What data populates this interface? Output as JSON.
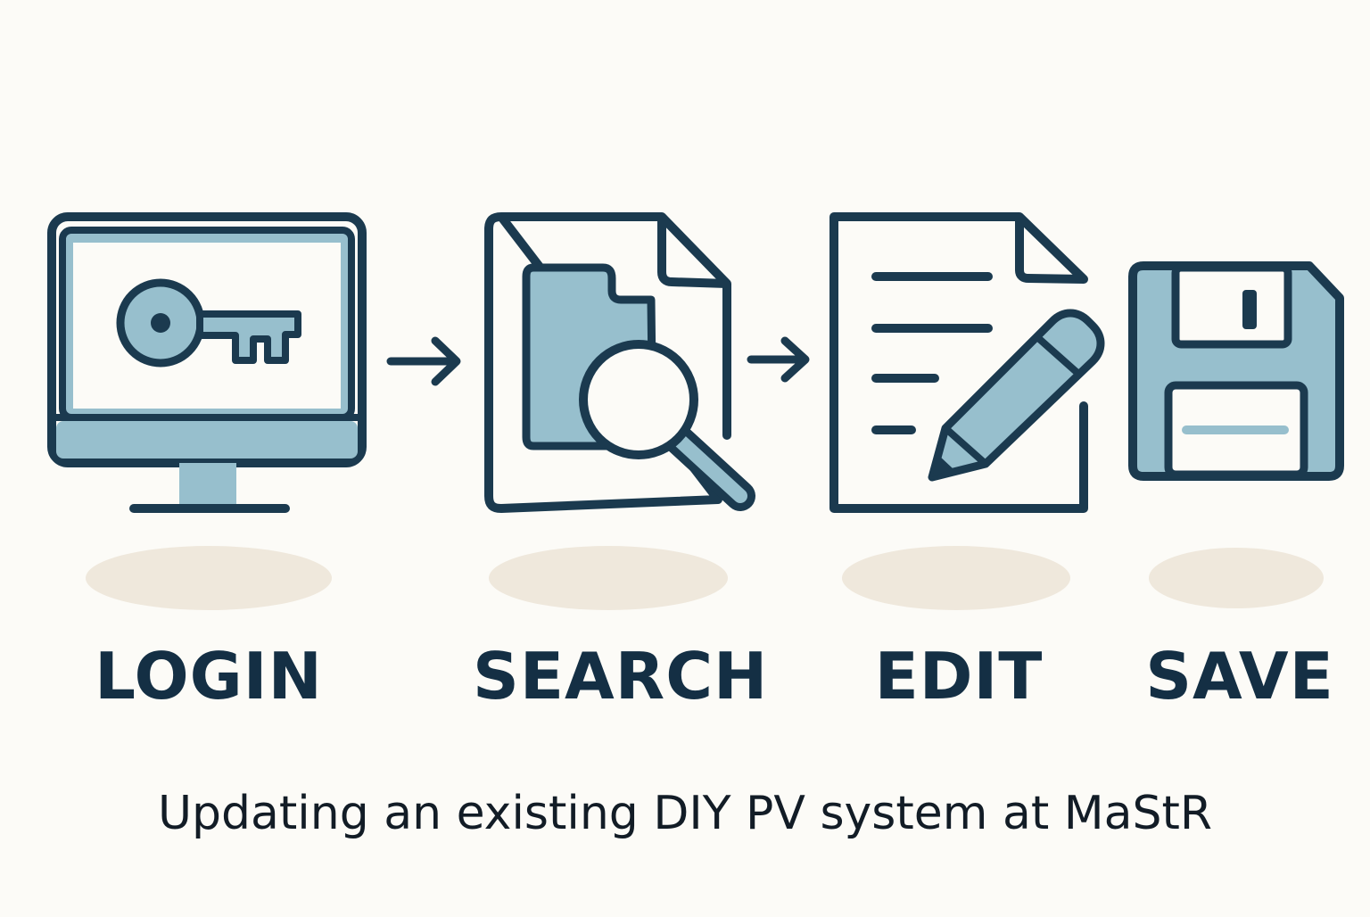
{
  "steps": [
    {
      "label": "LOGIN",
      "icon": "monitor-key-icon"
    },
    {
      "label": "SEARCH",
      "icon": "document-search-icon"
    },
    {
      "label": "EDIT",
      "icon": "document-edit-icon"
    },
    {
      "label": "SAVE",
      "icon": "floppy-disk-icon"
    }
  ],
  "caption": "Updating an existing DIY PV system at MaStR",
  "colors": {
    "background": "#fcfbf7",
    "stroke": "#1b3a4f",
    "fill": "#97bfcd",
    "shadow": "#efe8dc",
    "text": "#142f44"
  }
}
